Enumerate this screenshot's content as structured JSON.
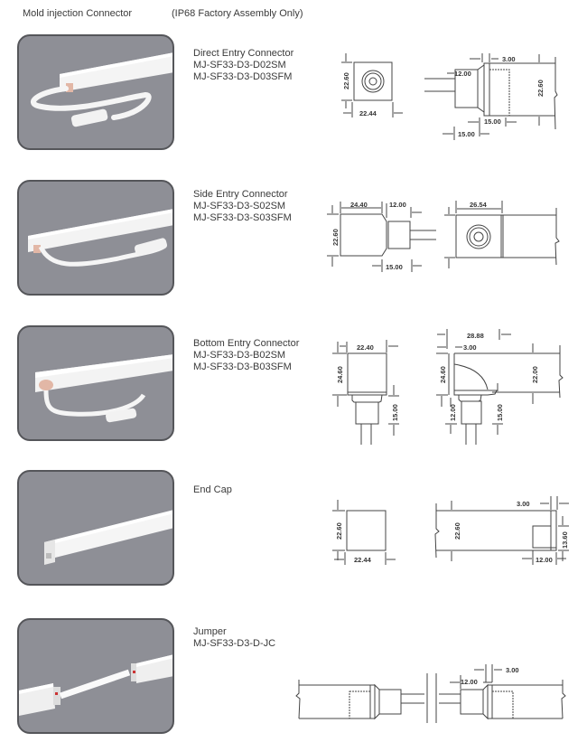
{
  "header": {
    "title": "Mold injection Connector",
    "note": "(IP68 Factory Assembly Only)"
  },
  "colors": {
    "photo_bg": "#8e8f96",
    "photo_border": "#55565a",
    "line": "#444444"
  },
  "sections": [
    {
      "name": "Direct Entry Connector",
      "models": [
        "MJ-SF33-D3-D02SM",
        "MJ-SF33-D3-D03SFM"
      ],
      "dims": {
        "front_h": "22.60",
        "front_w": "22.44",
        "side_a": "3.00",
        "side_b": "12.00",
        "side_h": "22.60",
        "side_c": "15.00",
        "side_d": "15.00"
      }
    },
    {
      "name": "Side Entry Connector",
      "models": [
        "MJ-SF33-D3-S02SM",
        "MJ-SF33-D3-S03SFM"
      ],
      "dims": {
        "front_w": "24.40",
        "front_b": "12.00",
        "front_h": "22.60",
        "front_c": "15.00",
        "side_w": "26.54"
      }
    },
    {
      "name": "Bottom Entry Connector",
      "models": [
        "MJ-SF33-D3-B02SM",
        "MJ-SF33-D3-B03SFM"
      ],
      "dims": {
        "front_w": "22.40",
        "front_h": "24.60",
        "front_c": "15.00",
        "side_w": "28.88",
        "side_a": "3.00",
        "side_h": "24.60",
        "side_h2": "22.00",
        "side_b": "12.00",
        "side_c": "15.00"
      }
    },
    {
      "name": "End Cap",
      "models": [],
      "dims": {
        "front_h": "22.60",
        "front_w": "22.44",
        "side_h": "22.60",
        "side_a": "3.00",
        "side_b": "13.60",
        "side_c": "12.00"
      }
    },
    {
      "name": "Jumper",
      "models": [
        "MJ-SF33-D3-D-JC"
      ],
      "dims": {
        "a": "3.00",
        "b": "12.00"
      }
    }
  ]
}
